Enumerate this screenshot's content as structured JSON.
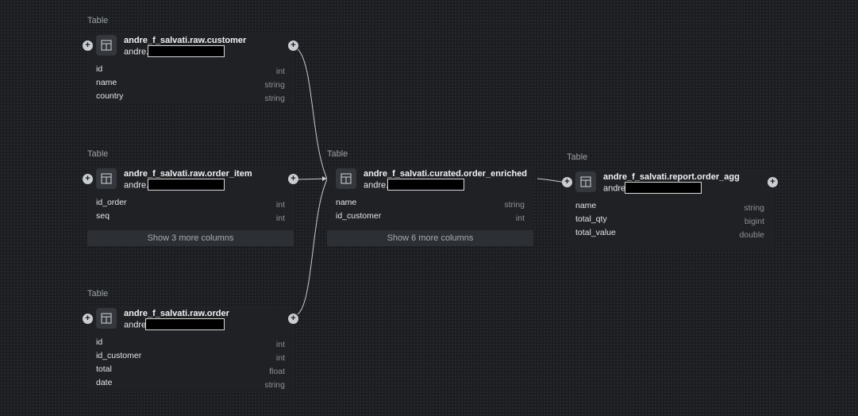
{
  "colors": {
    "canvas": "#1b1d20",
    "card": "#1f2124",
    "edge": "#c8cbcf"
  },
  "nodes": {
    "customer": {
      "kind": "Table",
      "title": "andre_f_salvati.raw.customer",
      "owner": "andre.",
      "icon": "table-icon",
      "columns": [
        {
          "name": "id",
          "type": "int"
        },
        {
          "name": "name",
          "type": "string"
        },
        {
          "name": "country",
          "type": "string"
        }
      ]
    },
    "order_item": {
      "kind": "Table",
      "title": "andre_f_salvati.raw.order_item",
      "owner": "andre.",
      "icon": "table-icon",
      "columns": [
        {
          "name": "id_order",
          "type": "int"
        },
        {
          "name": "seq",
          "type": "int"
        }
      ],
      "more_label": "Show 3 more columns"
    },
    "order": {
      "kind": "Table",
      "title": "andre_f_salvati.raw.order",
      "owner": "andre",
      "icon": "table-icon",
      "columns": [
        {
          "name": "id",
          "type": "int"
        },
        {
          "name": "id_customer",
          "type": "int"
        },
        {
          "name": "total",
          "type": "float"
        },
        {
          "name": "date",
          "type": "string"
        }
      ]
    },
    "order_enriched": {
      "kind": "Table",
      "title": "andre_f_salvati.curated.order_enriched",
      "owner": "andre.",
      "icon": "table-icon",
      "columns": [
        {
          "name": "name",
          "type": "string"
        },
        {
          "name": "id_customer",
          "type": "int"
        }
      ],
      "more_label": "Show 6 more columns"
    },
    "order_agg": {
      "kind": "Table",
      "title": "andre_f_salvati.report.order_agg",
      "owner": "andre",
      "icon": "table-icon",
      "columns": [
        {
          "name": "name",
          "type": "string"
        },
        {
          "name": "total_qty",
          "type": "bigint"
        },
        {
          "name": "total_value",
          "type": "double"
        }
      ]
    }
  }
}
